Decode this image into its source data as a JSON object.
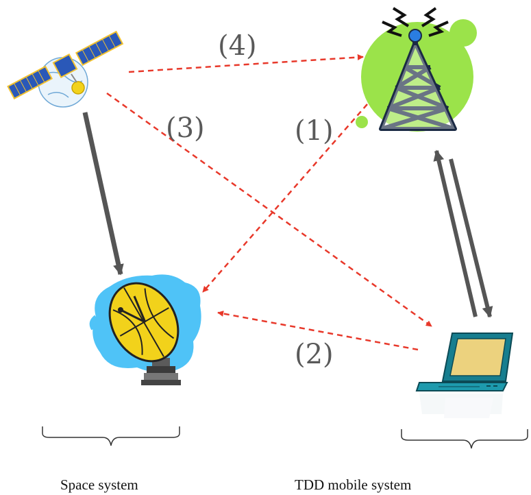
{
  "colors": {
    "interference_arrow": "#e8382a",
    "signal_arrow": "#555555",
    "tower_glow": "#9be34a",
    "dish_background": "#4fc3f7",
    "dish_yellow": "#f2d21b",
    "laptop_body": "#177e8f",
    "laptop_screen": "#ecd27e"
  },
  "labels": {
    "path_1": "(1)",
    "path_2": "(2)",
    "path_3": "(3)",
    "path_4": "(4)"
  },
  "captions": {
    "space": "Space system",
    "tdd": "TDD mobile system"
  },
  "icons": [
    "satellite-icon",
    "cell-tower-icon",
    "satellite-dish-icon",
    "laptop-icon"
  ]
}
